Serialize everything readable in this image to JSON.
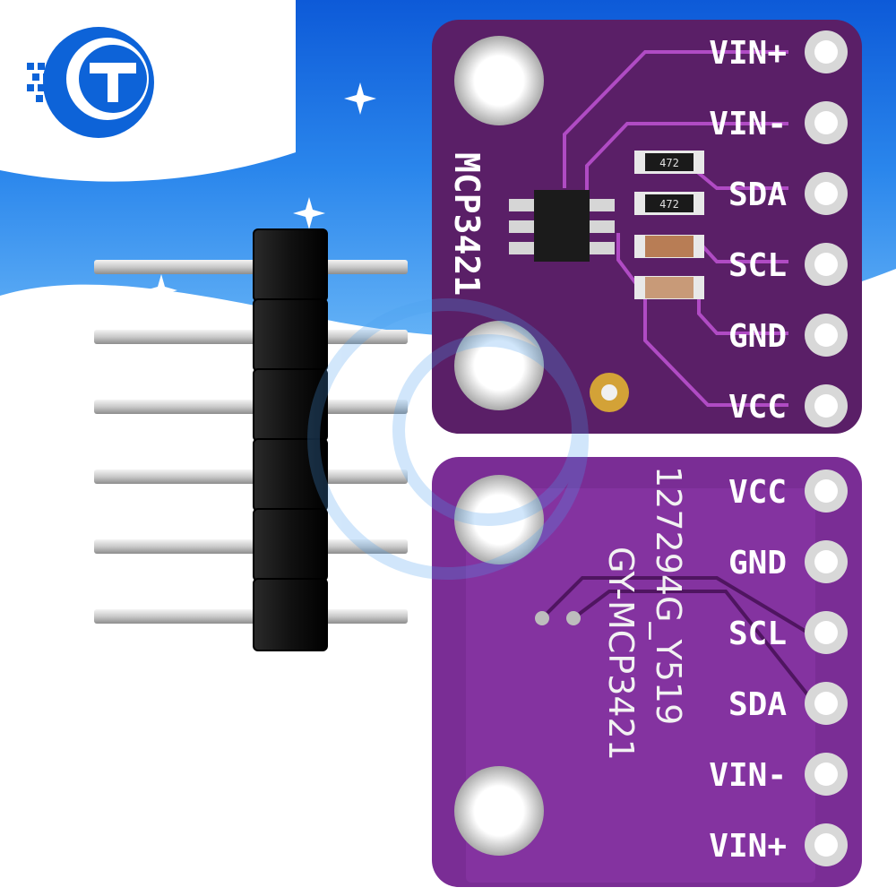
{
  "colors": {
    "sky_light": "#2f86e8",
    "sky_dark": "#0a4fcf",
    "pcb_top": "#5a1f67",
    "pcb_bottom": "#7a2d95",
    "trace": "#b04bc4",
    "pad": "#d8d8d8",
    "header_plastic": "#141414",
    "pin_metal": "#cfcfcf"
  },
  "logo": {
    "text": "C"
  },
  "board_top": {
    "chip_label": "MCP3421",
    "pins": [
      "VIN+",
      "VIN-",
      "SDA",
      "SCL",
      "GND",
      "VCC"
    ],
    "resistor_1": "472",
    "resistor_2": "472"
  },
  "board_bottom": {
    "pins": [
      "VCC",
      "GND",
      "SCL",
      "SDA",
      "VIN-",
      "VIN+"
    ],
    "silk_line_1": "GY-MCP3421",
    "silk_line_2": "127294G_Y519"
  },
  "header": {
    "pin_count": 6
  }
}
